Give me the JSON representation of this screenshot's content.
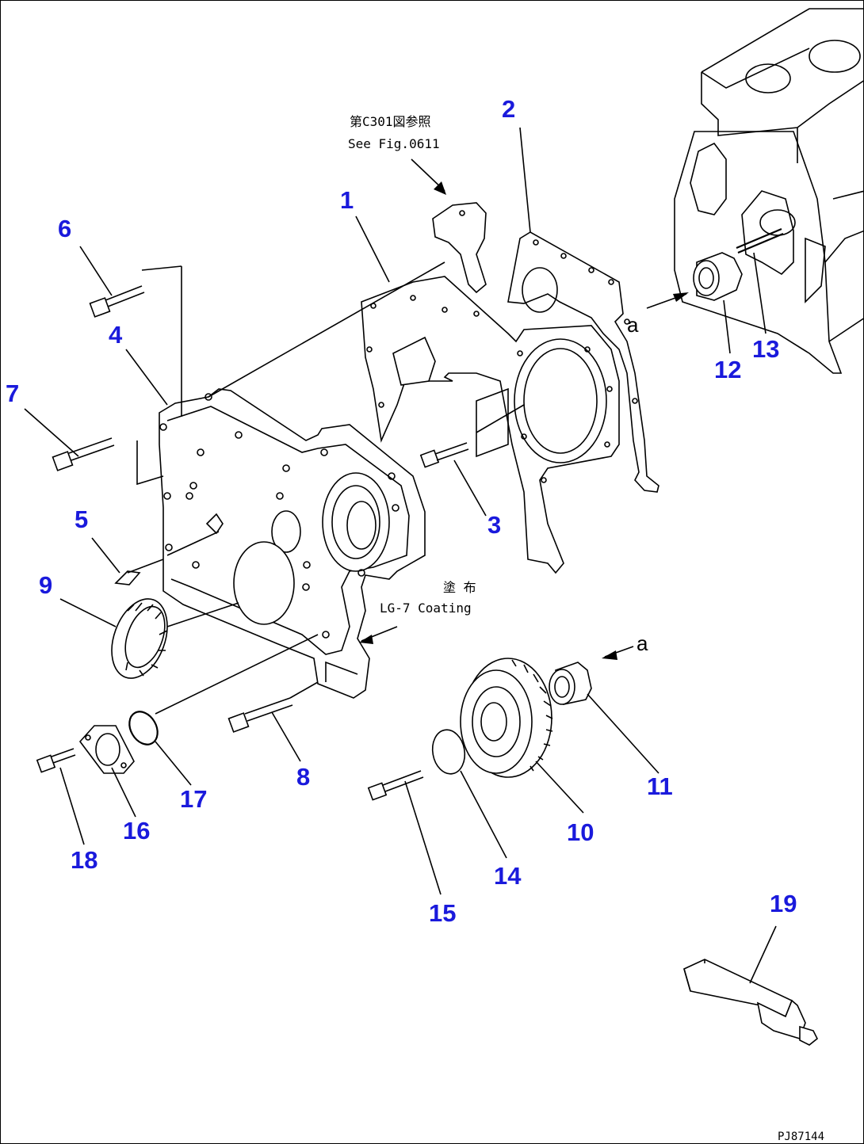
{
  "callouts": [
    {
      "id": "1",
      "label": "1"
    },
    {
      "id": "2",
      "label": "2"
    },
    {
      "id": "3",
      "label": "3"
    },
    {
      "id": "4",
      "label": "4"
    },
    {
      "id": "5",
      "label": "5"
    },
    {
      "id": "6",
      "label": "6"
    },
    {
      "id": "7",
      "label": "7"
    },
    {
      "id": "8",
      "label": "8"
    },
    {
      "id": "9",
      "label": "9"
    },
    {
      "id": "10",
      "label": "10"
    },
    {
      "id": "11",
      "label": "11"
    },
    {
      "id": "12",
      "label": "12"
    },
    {
      "id": "13",
      "label": "13"
    },
    {
      "id": "14",
      "label": "14"
    },
    {
      "id": "15",
      "label": "15"
    },
    {
      "id": "16",
      "label": "16"
    },
    {
      "id": "17",
      "label": "17"
    },
    {
      "id": "18",
      "label": "18"
    },
    {
      "id": "19",
      "label": "19"
    }
  ],
  "notes": {
    "ref_jp": "第C301図参照",
    "ref_en": "See Fig.0611",
    "coat_jp": "塗 布",
    "coat_en": "LG-7 Coating",
    "mark_a": "a",
    "drawing_id": "PJ87144"
  }
}
